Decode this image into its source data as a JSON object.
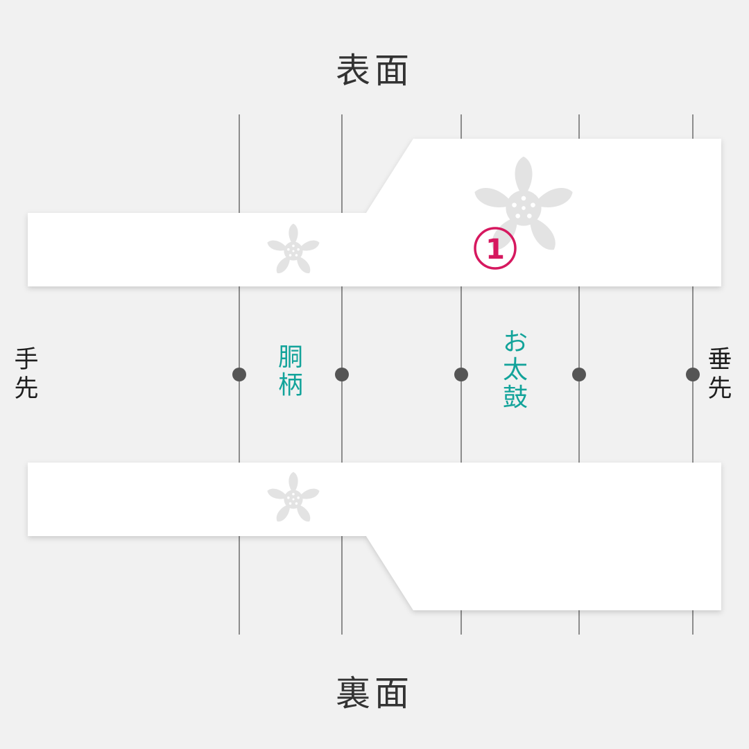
{
  "diagram": {
    "front_title": "表面",
    "back_title": "裏面",
    "left_end_label": "手\n先",
    "right_end_label": "垂\n先",
    "section_labels": {
      "dou": "胴\n柄",
      "otaiko": "お\n太\n鼓"
    },
    "marker_number": "1",
    "colors": {
      "background": "#f1f1f1",
      "band": "#ffffff",
      "flower": "#e3e3e3",
      "guide_line": "#4a4a4a",
      "dot": "#555555",
      "section_label": "#12a39a",
      "marker": "#d6185f"
    },
    "icons": {
      "flower": "sakura-blossom-icon",
      "marker": "circled-number-icon"
    }
  }
}
